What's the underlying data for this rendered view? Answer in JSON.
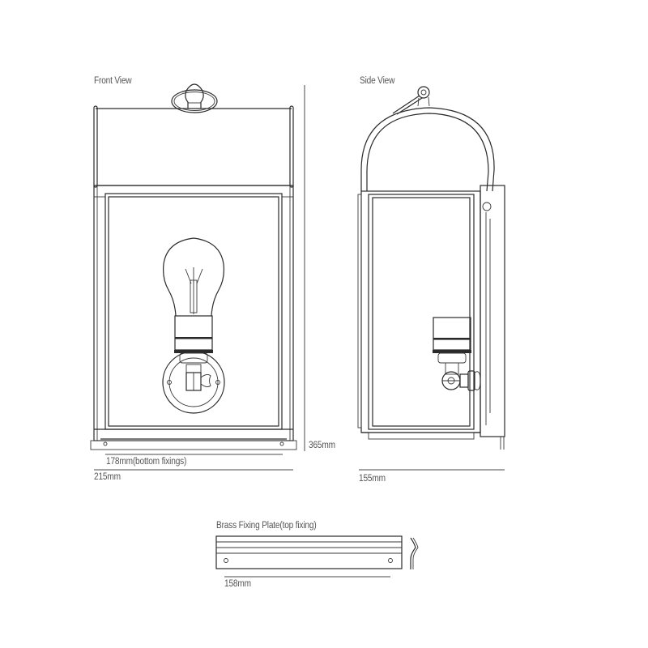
{
  "front_view": {
    "title": "Front View",
    "dimensions": {
      "height": "365mm",
      "bottom_fixings": "178mm(bottom fixings)",
      "width": "215mm"
    }
  },
  "side_view": {
    "title": "Side View",
    "dimensions": {
      "depth": "155mm"
    }
  },
  "fixing_plate": {
    "title": "Brass Fixing Plate(top fixing)",
    "dimensions": {
      "length": "158mm"
    }
  },
  "colors": {
    "line": "#2a2a2a",
    "text": "#555555",
    "background": "#ffffff"
  }
}
